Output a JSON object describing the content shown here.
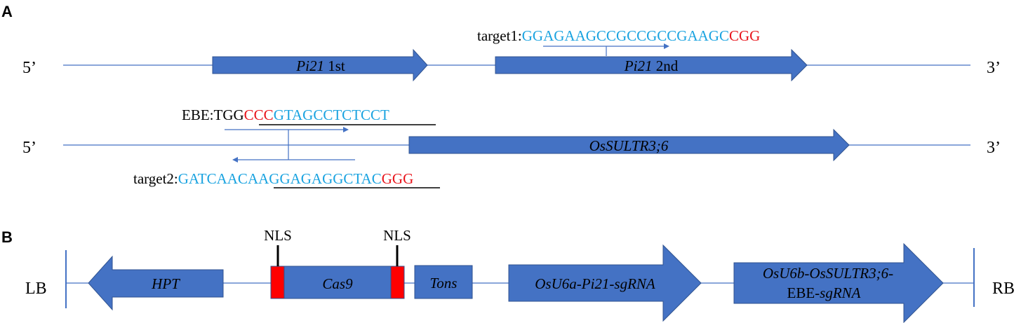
{
  "panel_a": {
    "label": "A",
    "row1": {
      "five_prime": "5’",
      "three_prime": "3’",
      "exon1": {
        "name": "Pi21",
        "suffix": " 1st"
      },
      "exon2": {
        "name": "Pi21",
        "suffix": " 2nd"
      },
      "target1": {
        "prefix": "target1:",
        "seq": "GGAGAAGCCGCCGCCGAAGC",
        "pam": "CGG"
      }
    },
    "row2": {
      "five_prime": "5’",
      "three_prime": "3’",
      "gene": "OsSULTR3;6",
      "ebe": {
        "prefix": "EBE:",
        "seq1": "TGG",
        "red": "CCC",
        "seq2": "GTAGCCTCTCCT"
      },
      "target2": {
        "prefix": "target2:",
        "seq": "GATCAACAAGGAGAGGCTAC",
        "pam": "GGG"
      }
    }
  },
  "panel_b": {
    "label": "B",
    "lb": "LB",
    "rb": "RB",
    "nls1": "NLS",
    "nls2": "NLS",
    "hpt": "HPT",
    "cas9": "Cas9",
    "tons": "Tons",
    "sg1": "OsU6a-Pi21-sgRNA",
    "sg2_line1": "OsU6b-OsSULTR3;6-",
    "sg2_line2_plain": "EBE-",
    "sg2_line2_ital": "sgRNA"
  },
  "colors": {
    "arrow": "#4472c4",
    "sequence": "#1aa3e0",
    "pam": "#e8141b",
    "nls": "#ff0000"
  }
}
